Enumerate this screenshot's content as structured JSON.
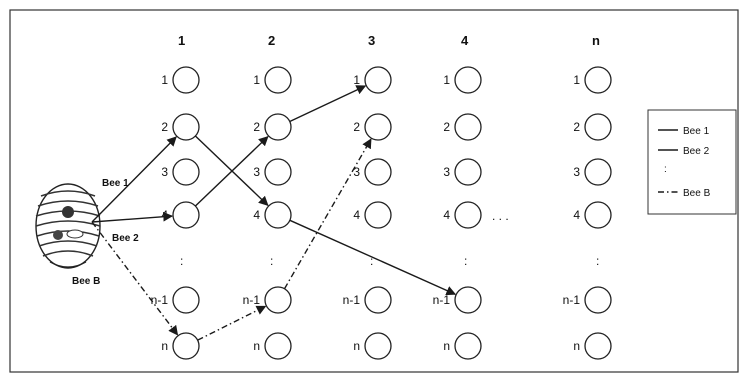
{
  "diagram": {
    "columns": [
      "1",
      "2",
      "3",
      "4",
      "n"
    ],
    "rows": [
      "1",
      "2",
      "3",
      "4",
      "n-1",
      "n"
    ],
    "vertical_ellipsis": ":",
    "horizontal_ellipsis": ". . .",
    "hive_icon": "beehive-icon",
    "bees": [
      {
        "name": "Bee 1",
        "style": "solid",
        "path": [
          "hive",
          "1:2",
          "2:4",
          "4:n-1"
        ]
      },
      {
        "name": "Bee 2",
        "style": "solid",
        "path": [
          "hive",
          "1:4",
          "2:2",
          "3:1"
        ]
      },
      {
        "name": "Bee B",
        "style": "dash-dot",
        "path": [
          "hive",
          "1:n",
          "2:n-1",
          "3:2"
        ]
      }
    ],
    "colors": {
      "line": "#1a1a1a",
      "node_stroke": "#222222",
      "background": "#ffffff"
    }
  },
  "legend": {
    "items": [
      "Bee 1",
      "Bee 2",
      "Bee B"
    ],
    "ellipsis": ":"
  }
}
